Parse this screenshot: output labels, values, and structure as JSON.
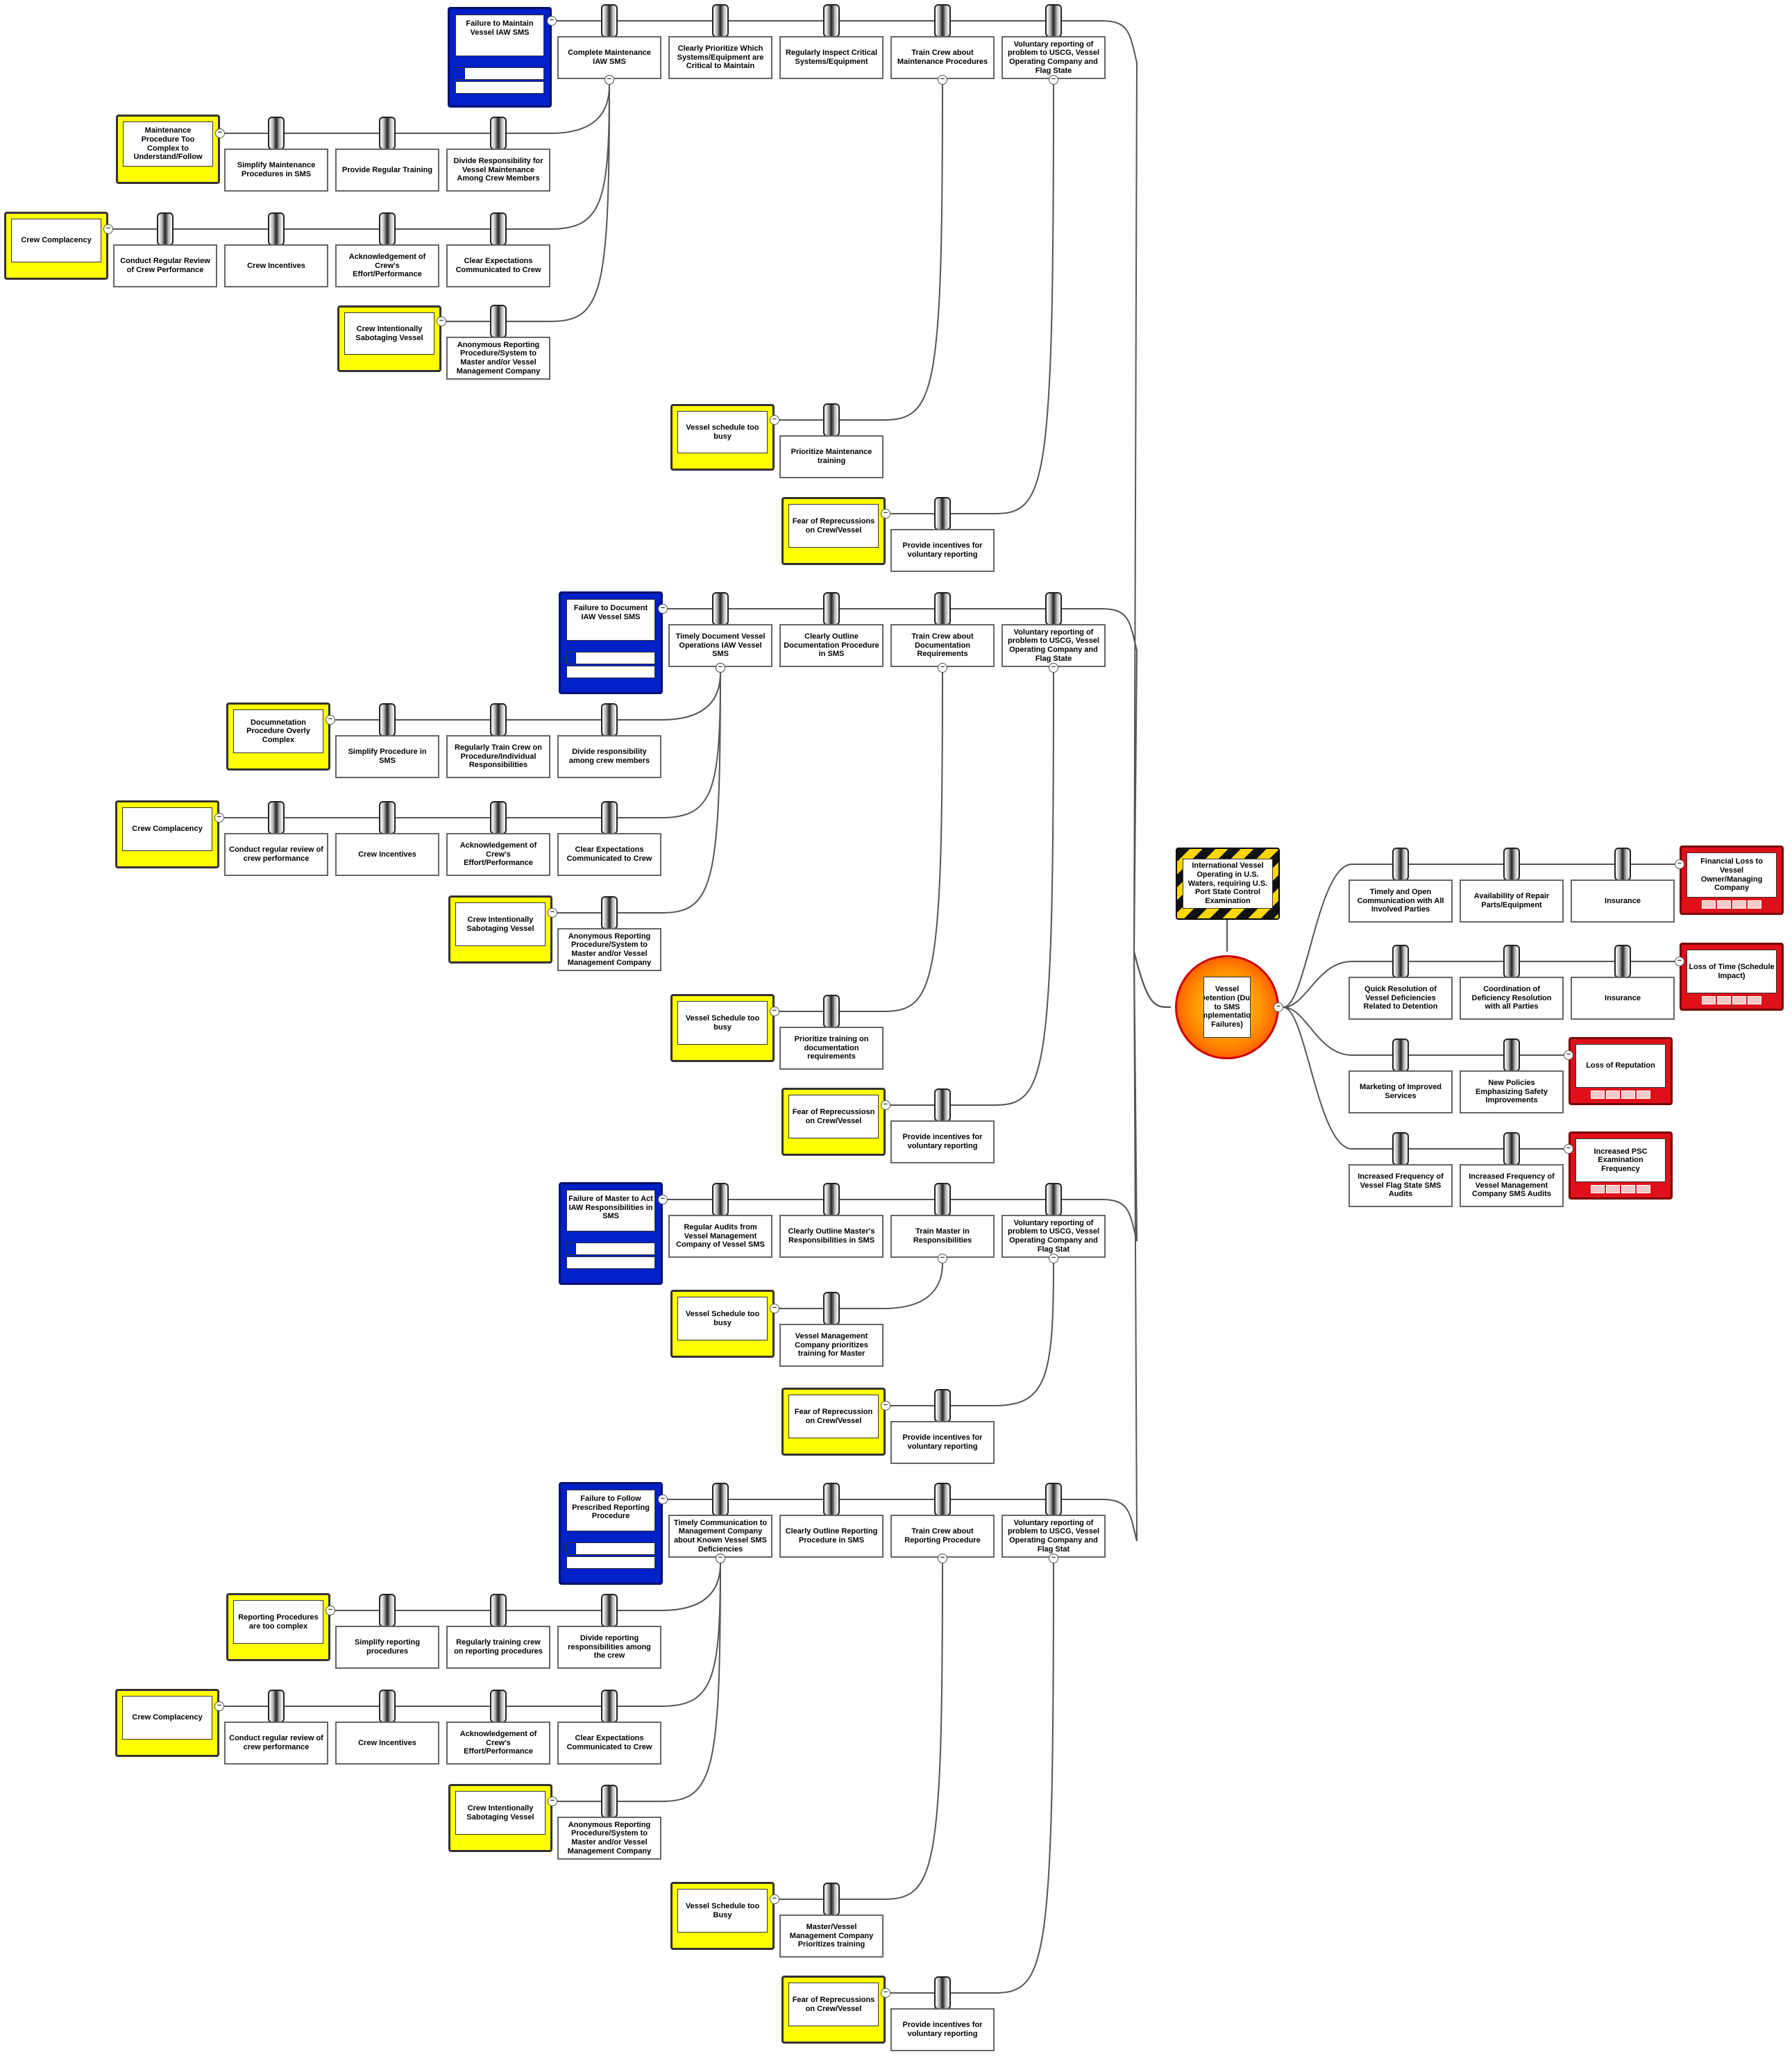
{
  "title": "Vessel Detention (Due to SMS Implementation Failures) bowtie diagram",
  "hazard": "International Vessel Operating in U.S. Waters, requiring U.S. Port State Control Examination",
  "top_event": "Vessel Detention (Due to SMS Implementation Failures)",
  "colors": {
    "threat": "#ffff00",
    "escalation": "#0020c8",
    "consequence": "#e0101a",
    "top_event": "#ff8800"
  },
  "collapse_symbol": "−",
  "threats": [
    {
      "label": "Failure to Maintain Vessel IAW SMS",
      "barriers": [
        "Complete Maintenance IAW SMS",
        "Clearly Prioritize Which Systems/Equipment are Critical to Maintain",
        "Regularly Inspect Critical Systems/Equipment",
        "Train Crew about Maintenance Procedures",
        "Voluntary reporting of problem to USCG, Vessel Operating Company and Flag State"
      ],
      "escalations": [
        {
          "label": "Maintenance Procedure Too Complex to Understand/Follow",
          "barriers": [
            "Simplify Maintenance Procedures in SMS",
            "Provide Regular Training",
            "Divide Responsibility for Vessel Maintenance Among Crew Members"
          ]
        },
        {
          "label": "Crew Complacency",
          "barriers": [
            "Conduct Regular Review of Crew Performance",
            "Crew Incentives",
            "Acknowledgement of Crew's Effort/Performance",
            "Clear Expectations Communicated to Crew"
          ]
        },
        {
          "label": "Crew Intentionally Sabotaging Vessel",
          "barriers": [
            "Anonymous Reporting Procedure/System to Master and/or Vessel Management Company"
          ]
        },
        {
          "label": "Vessel schedule too busy",
          "barriers": [
            "Prioritize Maintenance training"
          ]
        },
        {
          "label": "Fear of Reprecussions on Crew/Vessel",
          "barriers": [
            "Provide incentives for voluntary reporting"
          ]
        }
      ]
    },
    {
      "label": "Failure to Document IAW Vessel SMS",
      "barriers": [
        "Timely Document Vessel Operations IAW Vessel SMS",
        "Clearly Outline Documentation Procedure in SMS",
        "Train Crew about Documentation Requirements",
        "Voluntary reporting of problem to USCG, Vessel Operating Company and Flag State"
      ],
      "escalations": [
        {
          "label": "Documnetation Procedure Overly Complex",
          "barriers": [
            "Simplify Procedure in SMS",
            "Regularly Train Crew on Procedure/Individual Responsibilities",
            "Divide responsibility among crew members"
          ]
        },
        {
          "label": "Crew Complacency",
          "barriers": [
            "Conduct regular review of crew performance",
            "Crew Incentives",
            "Acknowledgement of Crew's Effort/Performance",
            "Clear Expectations Communicated to Crew"
          ]
        },
        {
          "label": "Crew Intentionally Sabotaging Vessel",
          "barriers": [
            "Anonymous Reporting Procedure/System to Master and/or Vessel Management Company"
          ]
        },
        {
          "label": "Vessel Schedule too busy",
          "barriers": [
            "Prioritize training on documentation requirements"
          ]
        },
        {
          "label": "Fear of Reprecussiosn on Crew/Vessel",
          "barriers": [
            "Provide incentives for voluntary reporting"
          ]
        }
      ]
    },
    {
      "label": "Failure of Master to Act IAW Responsibilities in SMS",
      "barriers": [
        "Regular Audits from Vessel Management Company of Vessel SMS",
        "Clearly Outline Master's Responsibilities in SMS",
        "Train Master in Responsibilities",
        "Voluntary reporting of problem to USCG, Vessel Operating Company and Flag Stat"
      ],
      "escalations": [
        {
          "label": "Vessel Schedule too busy",
          "barriers": [
            "Vessel Management Company prioritizes training for Master"
          ]
        },
        {
          "label": "Fear of Reprecussion on Crew/Vessel",
          "barriers": [
            "Provide incentives for voluntary reporting"
          ]
        }
      ]
    },
    {
      "label": "Failure to Follow Prescribed Reporting Procedure",
      "barriers": [
        "Timely Communication to Management Company about Known Vessel SMS Deficiencies",
        "Clearly Outline Reporting Procedure in SMS",
        "Train Crew about Reporting Procedure",
        "Voluntary reporting of problem to USCG, Vessel Operating Company and Flag Stat"
      ],
      "escalations": [
        {
          "label": "Reporting Procedures are too complex",
          "barriers": [
            "Simplify reporting procedures",
            "Regularly training crew on reporting procedures",
            "Divide reporting responsibilities among the crew"
          ]
        },
        {
          "label": "Crew Complacency",
          "barriers": [
            "Conduct regular review of crew performance",
            "Crew Incentives",
            "Acknowledgement of Crew's Effort/Performance",
            "Clear Expectations Communicated to Crew"
          ]
        },
        {
          "label": "Crew Intentionally Sabotaging Vessel",
          "barriers": [
            "Anonymous Reporting Procedure/System to Master and/or Vessel Management Company"
          ]
        },
        {
          "label": "Vessel Schedule too Busy",
          "barriers": [
            "Master/Vessel Management Company Prioritizes training"
          ]
        },
        {
          "label": "Fear of Reprecussions on Crew/Vessel",
          "barriers": [
            "Provide incentives for voluntary reporting"
          ]
        }
      ]
    }
  ],
  "consequences": [
    {
      "label": "Financial Loss to Vessel Owner/Managing Company",
      "barriers": [
        "Timely and Open Communication with All Involved Parties",
        "Availability of Repair Parts/Equipment",
        "Insurance"
      ]
    },
    {
      "label": "Loss of Time (Schedule Impact)",
      "barriers": [
        "Quick Resolution of Vessel Deficiencies Related to Detention",
        "Coordination of Deficiency Resolution with all Parties",
        "Insurance"
      ]
    },
    {
      "label": "Loss of Reputation",
      "barriers": [
        "Marketing of Improved Services",
        "New Policies Emphasizing Safety Improvements"
      ]
    },
    {
      "label": "Increased PSC Examination Frequency",
      "barriers": [
        "Increased Frequency of Vessel Flag State SMS Audits",
        "Increased Frequency of Vessel Management Company SMS Audits"
      ]
    }
  ]
}
